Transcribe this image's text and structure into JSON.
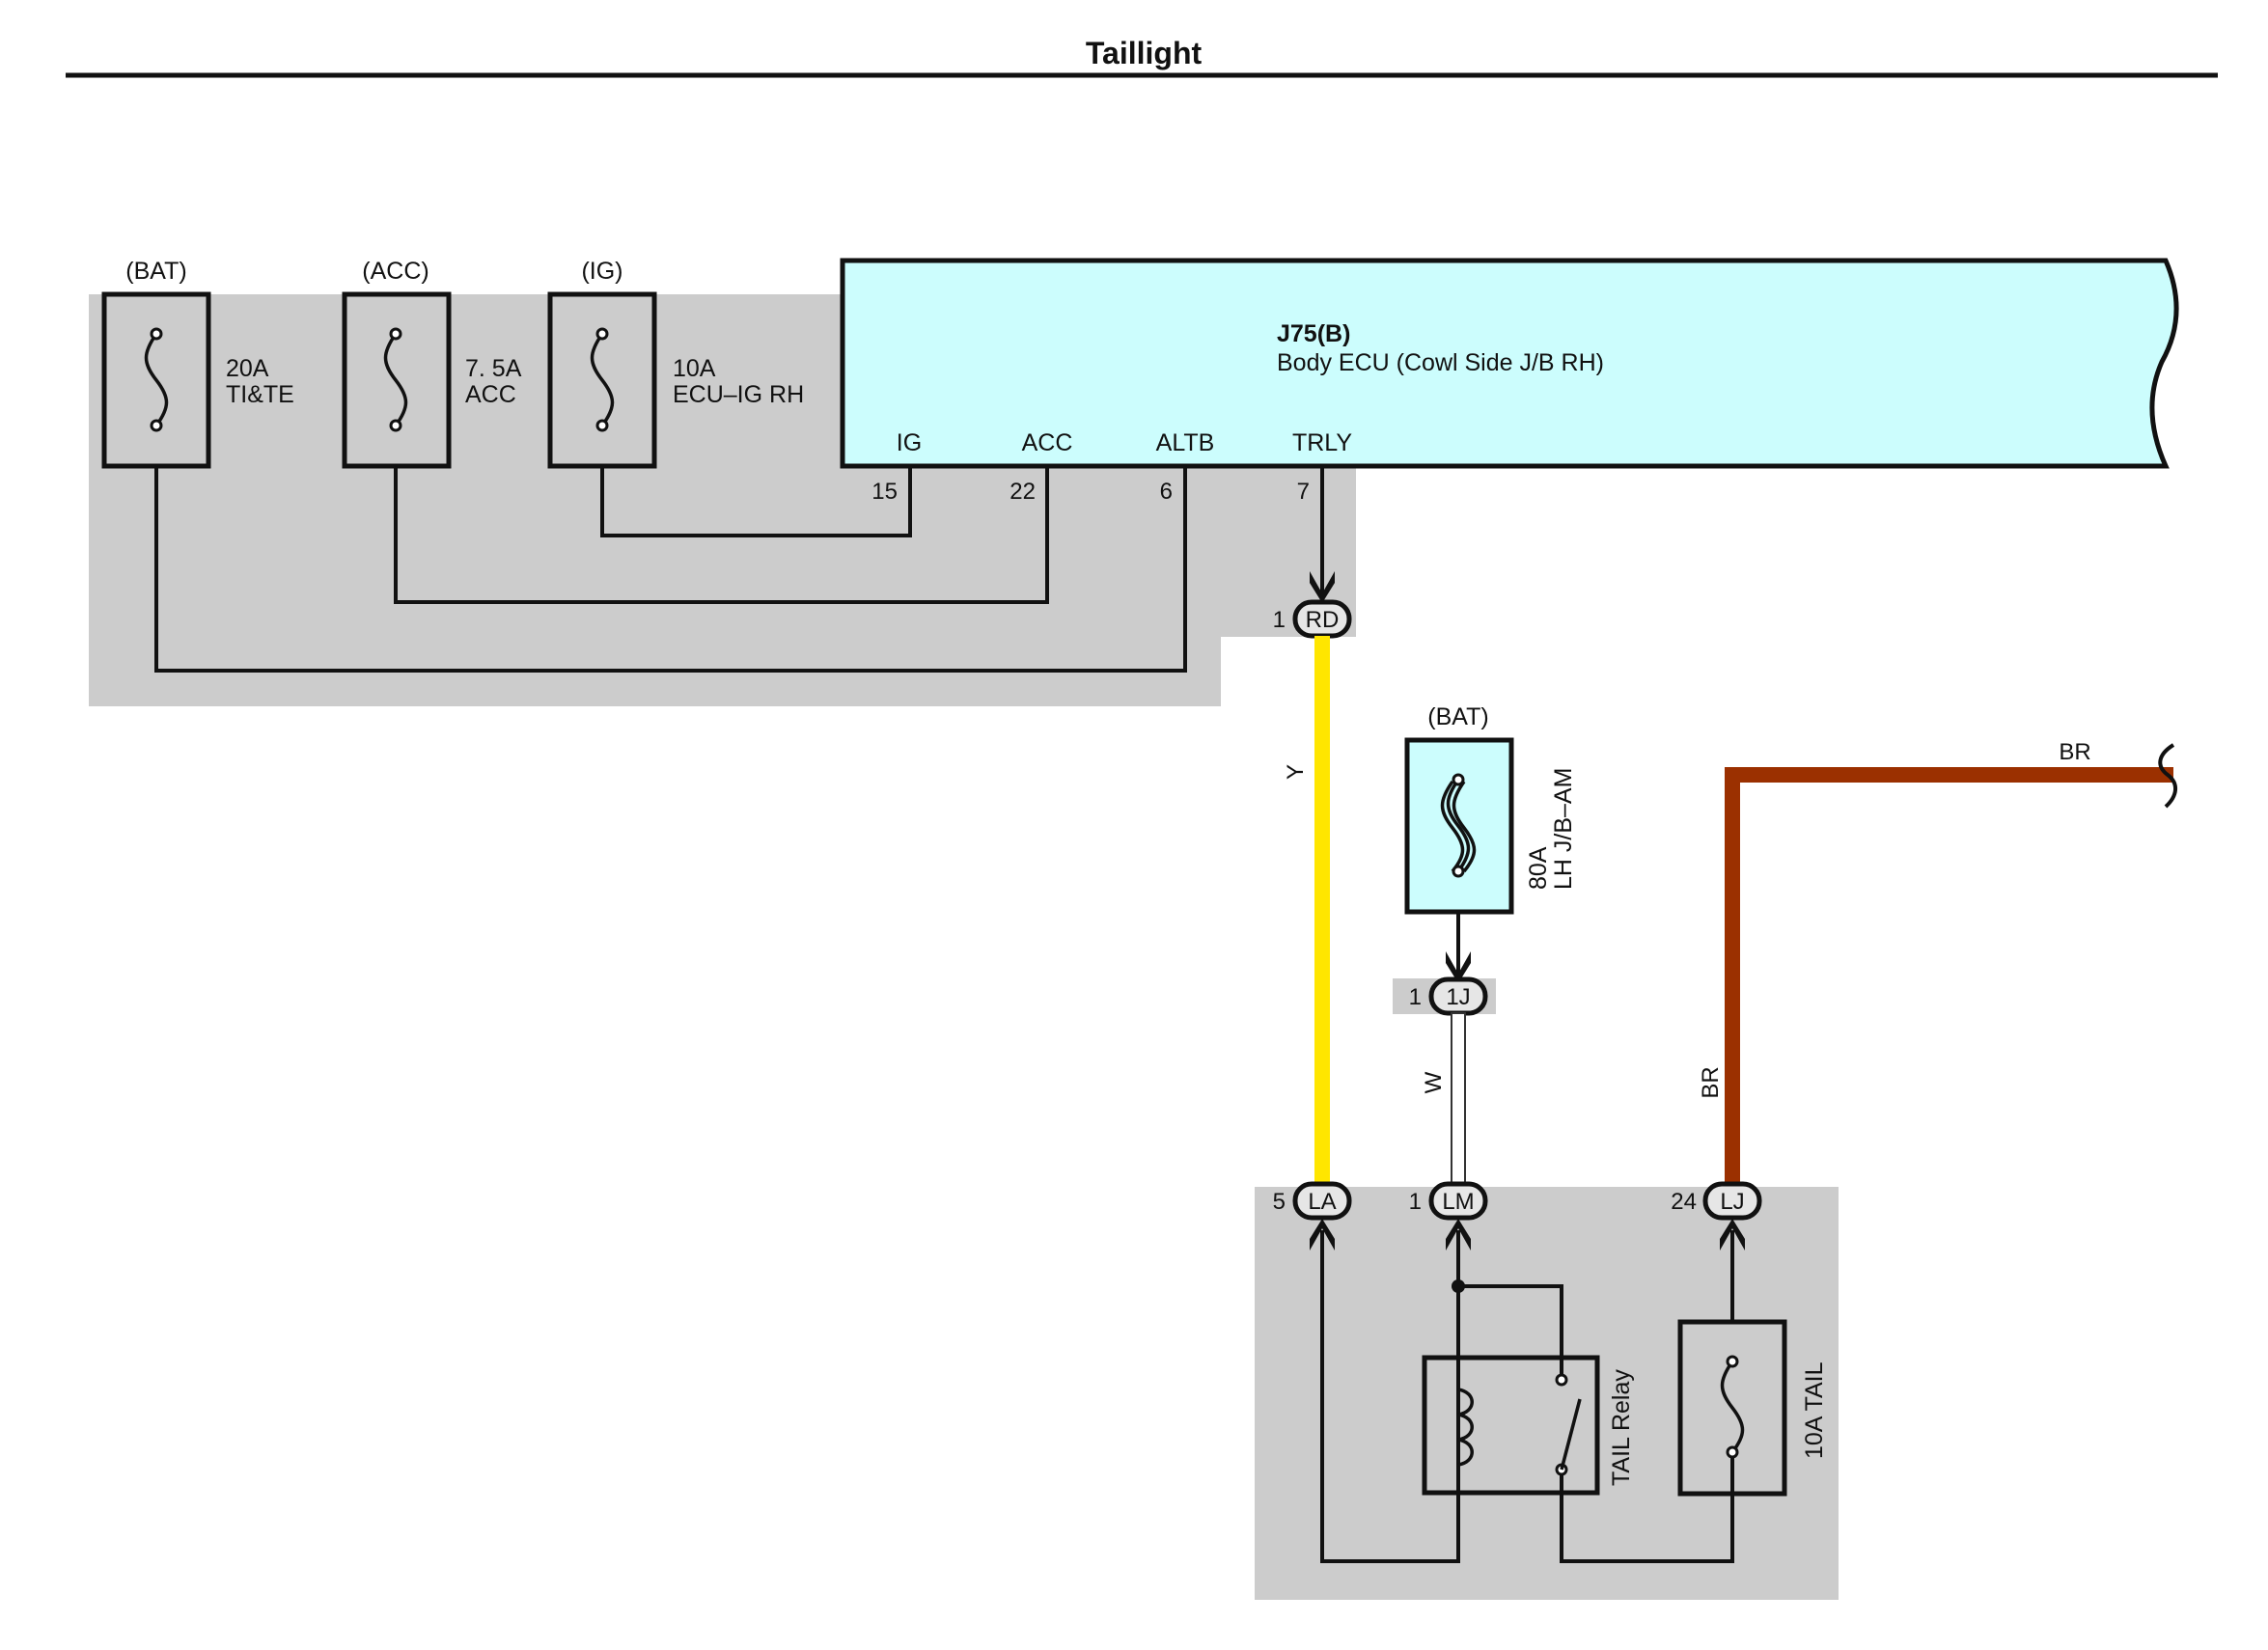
{
  "title": "Taillight",
  "colors": {
    "ecu_fill": "#ccfdfd",
    "junction_block_fill": "#cccccc",
    "wire_y": "#ffe600",
    "wire_br": "#9b3000",
    "wire_w": "#ffffff"
  },
  "fuses": [
    {
      "source": "(BAT)",
      "rating": "20A",
      "name": "TI&TE"
    },
    {
      "source": "(ACC)",
      "rating": "7. 5A",
      "name": "ACC"
    },
    {
      "source": "(IG)",
      "rating": "10A",
      "name": "ECU–IG RH"
    }
  ],
  "ecu": {
    "code": "J75(B)",
    "name": "Body ECU (Cowl Side J/B RH)",
    "pins": [
      {
        "label": "IG",
        "number": "15"
      },
      {
        "label": "ACC",
        "number": "22"
      },
      {
        "label": "ALTB",
        "number": "6"
      },
      {
        "label": "TRLY",
        "number": "7"
      }
    ]
  },
  "connectors": {
    "rd": {
      "pin": "1",
      "code": "RD"
    },
    "one_j": {
      "pin": "1",
      "code": "1J"
    },
    "la": {
      "pin": "5",
      "code": "LA"
    },
    "lm": {
      "pin": "1",
      "code": "LM"
    },
    "lj": {
      "pin": "24",
      "code": "LJ"
    }
  },
  "fusible_link": {
    "source": "(BAT)",
    "rating": "80A",
    "name": "LH J/B–AM"
  },
  "wires": {
    "y": "Y",
    "w": "W",
    "br_vertical": "BR",
    "br_horizontal": "BR"
  },
  "relay": {
    "name": "TAIL Relay"
  },
  "tail_fuse": {
    "label": "10A TAIL"
  }
}
